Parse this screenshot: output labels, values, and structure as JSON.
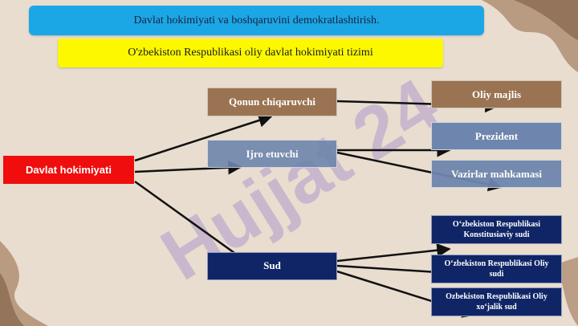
{
  "slide": {
    "title": "Davlat hokimiyati va boshqaruvini demokratlashtirish.",
    "subtitle": "O'zbekiston Respublikasi oliy davlat hokimiyati tizimi"
  },
  "watermark": {
    "text": "Hujjat 24"
  },
  "diagram": {
    "root": "Davlat hokimiyati",
    "branches": {
      "legislative": "Qonun chiqaruvchi",
      "executive": "Ijro etuvchi",
      "judicial": "Sud"
    },
    "leaves": {
      "oliy_majlis": "Oliy majlis",
      "prezident": "Prezident",
      "vazirlar": "Vazirlar mahkamasi",
      "konstitutsiyaviy": "O‘zbekiston Respublikasi Konstitusiaviy sudi",
      "oliy_sud": "O‘zbekiston Respublikasi Oliy sudi",
      "xojalik_sud": "Ozbekiston Respublikasi Oliy xo‘jalik sud"
    }
  },
  "colors": {
    "header": "#1ba7e6",
    "subheader": "#fbf800",
    "legislative": "#9a7452",
    "executive": "#6e86ad",
    "judicial": "#0f2566",
    "root": "#ef0d0d",
    "background": "#e9ddcf"
  }
}
